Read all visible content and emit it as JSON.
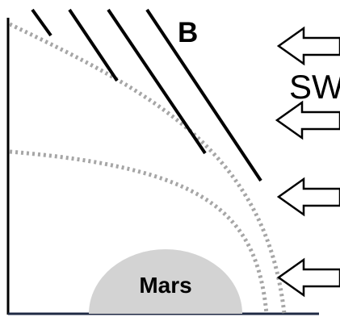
{
  "diagram": {
    "top_partial_text": "",
    "labels": {
      "field": "B",
      "wind": "SW",
      "planet": "Mars"
    },
    "icons": {
      "wind_arrow": "left-arrow-icon"
    },
    "colors": {
      "background": "#ffffff",
      "planet_fill": "#d3d3d3",
      "field_lines": "#000000",
      "boundaries": "#a6a6a6",
      "axes": "#000000",
      "ground_line": "#1f2a44"
    }
  }
}
